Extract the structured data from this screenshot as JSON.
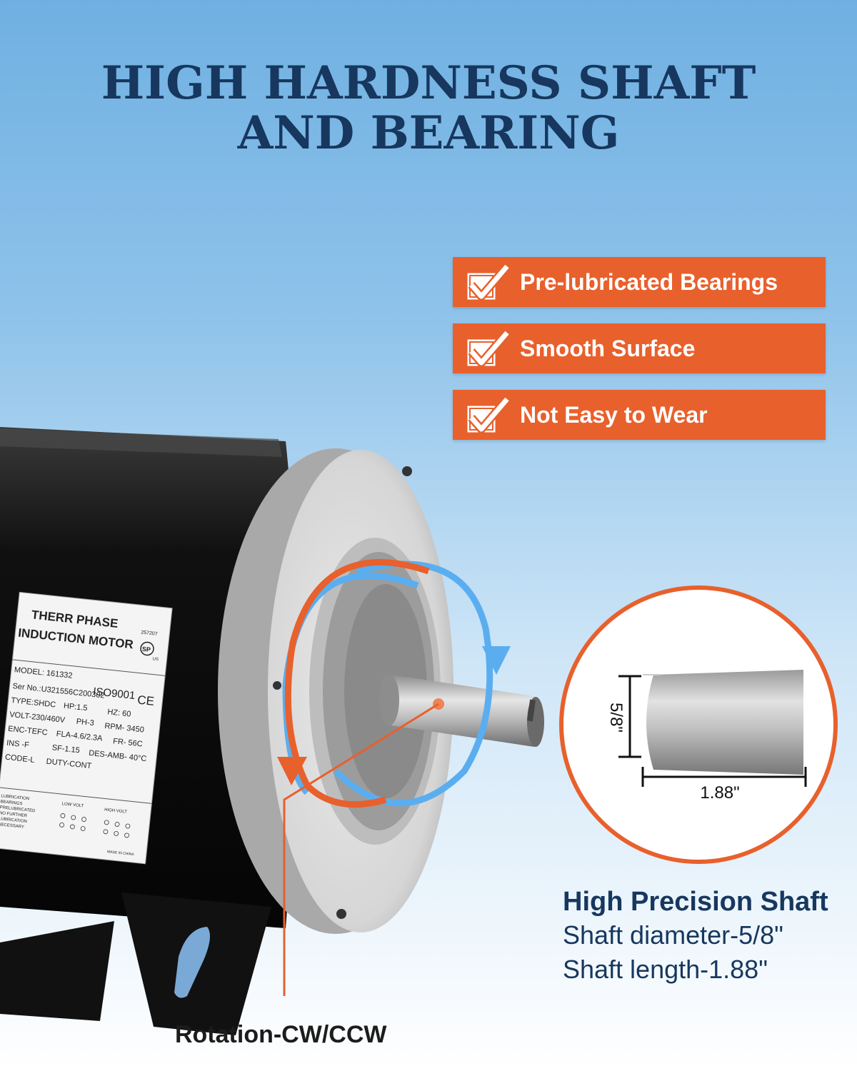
{
  "title": {
    "line1": "HIGH HARDNESS SHAFT",
    "line2": "AND BEARING"
  },
  "features": [
    {
      "label": "Pre-lubricated Bearings",
      "icon": "check-icon"
    },
    {
      "label": "Smooth Surface",
      "icon": "check-icon"
    },
    {
      "label": "Not Easy to Wear",
      "icon": "check-icon"
    }
  ],
  "nameplate": {
    "line1": "THERR PHASE",
    "line2": "INDUCTION MOTOR",
    "cert_code": "257207",
    "cert_mark": "SP",
    "us_mark": "US",
    "model": "MODEL: 161332",
    "serial": "Ser No.:U321556C200302",
    "iso": "ISO9001",
    "ce": "CE",
    "type": "TYPE:SHDC",
    "hp": "HP:1.5",
    "hz": "HZ: 60",
    "volt": "VOLT-230/460V",
    "ph": "PH-3",
    "rpm": "RPM- 3450",
    "enc": "ENC-TEFC",
    "fla": "FLA-4.6/2.3A",
    "fr": "FR- 56C",
    "ins": "INS -F",
    "sf": "SF-1.15",
    "des": "DES-AMB- 40°C",
    "code": "CODE-L",
    "duty": "DUTY-CONT",
    "lub1": "LUBRICATION",
    "lub2": "BEARINGS",
    "lub3": "PRELUBRICATED",
    "lub4": "NO FURTHER",
    "lub5": "LUBRICATION",
    "lub6": "NECESSARY",
    "low_volt": "LOW VOLT",
    "high_volt": "HIGH VOLT",
    "made_in": "MADE IN CHINA"
  },
  "shaft_detail": {
    "diameter_label": "5/8\"",
    "length_label": "1.88\""
  },
  "spec": {
    "title": "High Precision Shaft",
    "diameter": "Shaft diameter-5/8\"",
    "length": "Shaft length-1.88\""
  },
  "rotation_label": "Rotation-CW/CCW",
  "colors": {
    "accent": "#e8602c",
    "navy": "#17375e",
    "rotation_blue": "#5aaef0"
  }
}
